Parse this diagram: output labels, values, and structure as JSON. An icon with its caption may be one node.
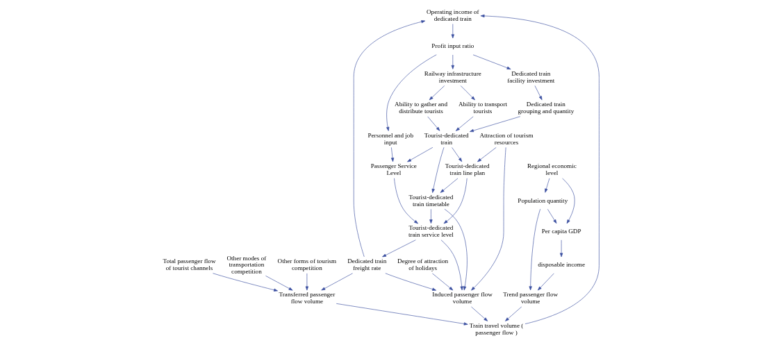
{
  "diagram": {
    "nodes": [
      {
        "text": [
          "Operating income of dedicated train"
        ]
      },
      {
        "text": [
          "Transferred passenger flow volume"
        ]
      },
      {
        "text": [
          "Other modes of transportation competition"
        ]
      },
      {
        "text": [
          "Train travel volume ( passenger flow )"
        ]
      },
      {
        "text": [
          "Profit input ratio"
        ]
      },
      {
        "text": [
          "Dedicated train freight rate"
        ]
      },
      {
        "text": [
          "Per capita GDP"
        ]
      },
      {
        "text": [
          "Railway infrastructure investment"
        ]
      },
      {
        "text": [
          "Other forms of tourism competition"
        ]
      },
      {
        "text": [
          "Population quantity"
        ]
      },
      {
        "text": [
          "Dedicated train facility investment"
        ]
      },
      {
        "text": [
          "Tourist-dedicated train service level"
        ]
      },
      {
        "text": [
          "Regional economic level"
        ]
      },
      {
        "text": [
          "Total passenger flow of tourist channels"
        ]
      },
      {
        "text": [
          "Trend passenger flow volume"
        ]
      },
      {
        "text": [
          "Induced passenger flow volume"
        ]
      },
      {
        "text": [
          "Ability to gather and distribute tourists"
        ]
      },
      {
        "text": [
          "Personnel and job input"
        ]
      },
      {
        "text": [
          "disposable income"
        ]
      },
      {
        "text": [
          "Ability to transport tourists"
        ]
      },
      {
        "text": [
          "Dedicated train grouping and quantity"
        ]
      },
      {
        "text": [
          "Degree of attraction of holidays"
        ]
      },
      {
        "text": [
          "Tourist-dedicated train line plan"
        ]
      },
      {
        "text": [
          "Tourist-dedicated train timetable"
        ]
      },
      {
        "text": [
          "Passenger Service Level"
        ]
      },
      {
        "text": [
          "Attraction of tourism resources"
        ]
      },
      {
        "text": [
          "Tourist-dedicated train"
        ]
      }
    ],
    "edges": [
      {
        "from": 3,
        "to": 0,
        "arrow": "to"
      },
      {
        "from": 5,
        "to": 0,
        "arrow": "to"
      },
      {
        "from": 0,
        "to": 4,
        "arrow": "to"
      },
      {
        "from": 4,
        "to": 7,
        "arrow": "to"
      },
      {
        "from": 4,
        "to": 10,
        "arrow": "to"
      },
      {
        "from": 4,
        "to": 17,
        "arrow": "to"
      },
      {
        "from": 5,
        "to": 1,
        "arrow": "to"
      },
      {
        "from": 11,
        "to": 5,
        "arrow": "to"
      },
      {
        "from": 1,
        "to": 3,
        "arrow": "to"
      },
      {
        "from": 2,
        "to": 1,
        "arrow": "to"
      },
      {
        "from": 8,
        "to": 1,
        "arrow": "to"
      },
      {
        "from": 13,
        "to": 1,
        "arrow": "to"
      },
      {
        "from": 15,
        "to": 3,
        "arrow": "to"
      },
      {
        "from": 14,
        "to": 3,
        "arrow": "to"
      },
      {
        "from": 9,
        "to": 6,
        "arrow": "to"
      },
      {
        "from": 12,
        "to": 6,
        "arrow": "to"
      },
      {
        "from": 12,
        "to": 9,
        "arrow": "to"
      },
      {
        "from": 9,
        "to": 14,
        "arrow": "to"
      },
      {
        "from": 6,
        "to": 18,
        "arrow": "to"
      },
      {
        "from": 18,
        "to": 14,
        "arrow": "to"
      },
      {
        "from": 7,
        "to": 16,
        "arrow": "to"
      },
      {
        "from": 7,
        "to": 19,
        "arrow": "to"
      },
      {
        "from": 10,
        "to": 20,
        "arrow": "to"
      },
      {
        "from": 17,
        "to": 24,
        "arrow": "to"
      },
      {
        "from": 16,
        "to": 26,
        "arrow": "to"
      },
      {
        "from": 19,
        "to": 26,
        "arrow": "to"
      },
      {
        "from": 20,
        "to": 26,
        "arrow": "to"
      },
      {
        "from": 26,
        "to": 24,
        "arrow": "to"
      },
      {
        "from": 24,
        "to": 11,
        "arrow": "to"
      },
      {
        "from": 26,
        "to": 22,
        "arrow": "to"
      },
      {
        "from": 22,
        "to": 11,
        "arrow": "to"
      },
      {
        "from": 23,
        "to": 11,
        "arrow": "to"
      },
      {
        "from": 22,
        "to": 23,
        "arrow": "to"
      },
      {
        "from": 26,
        "to": 23,
        "arrow": "to"
      },
      {
        "from": 25,
        "to": 22,
        "arrow": "to"
      },
      {
        "from": 11,
        "to": 15,
        "arrow": "to"
      },
      {
        "from": 5,
        "to": 15,
        "arrow": "to"
      },
      {
        "from": 23,
        "to": 15,
        "arrow": "to"
      },
      {
        "from": 25,
        "to": 15,
        "arrow": "to"
      },
      {
        "from": 21,
        "to": 15,
        "arrow": "to"
      }
    ]
  }
}
